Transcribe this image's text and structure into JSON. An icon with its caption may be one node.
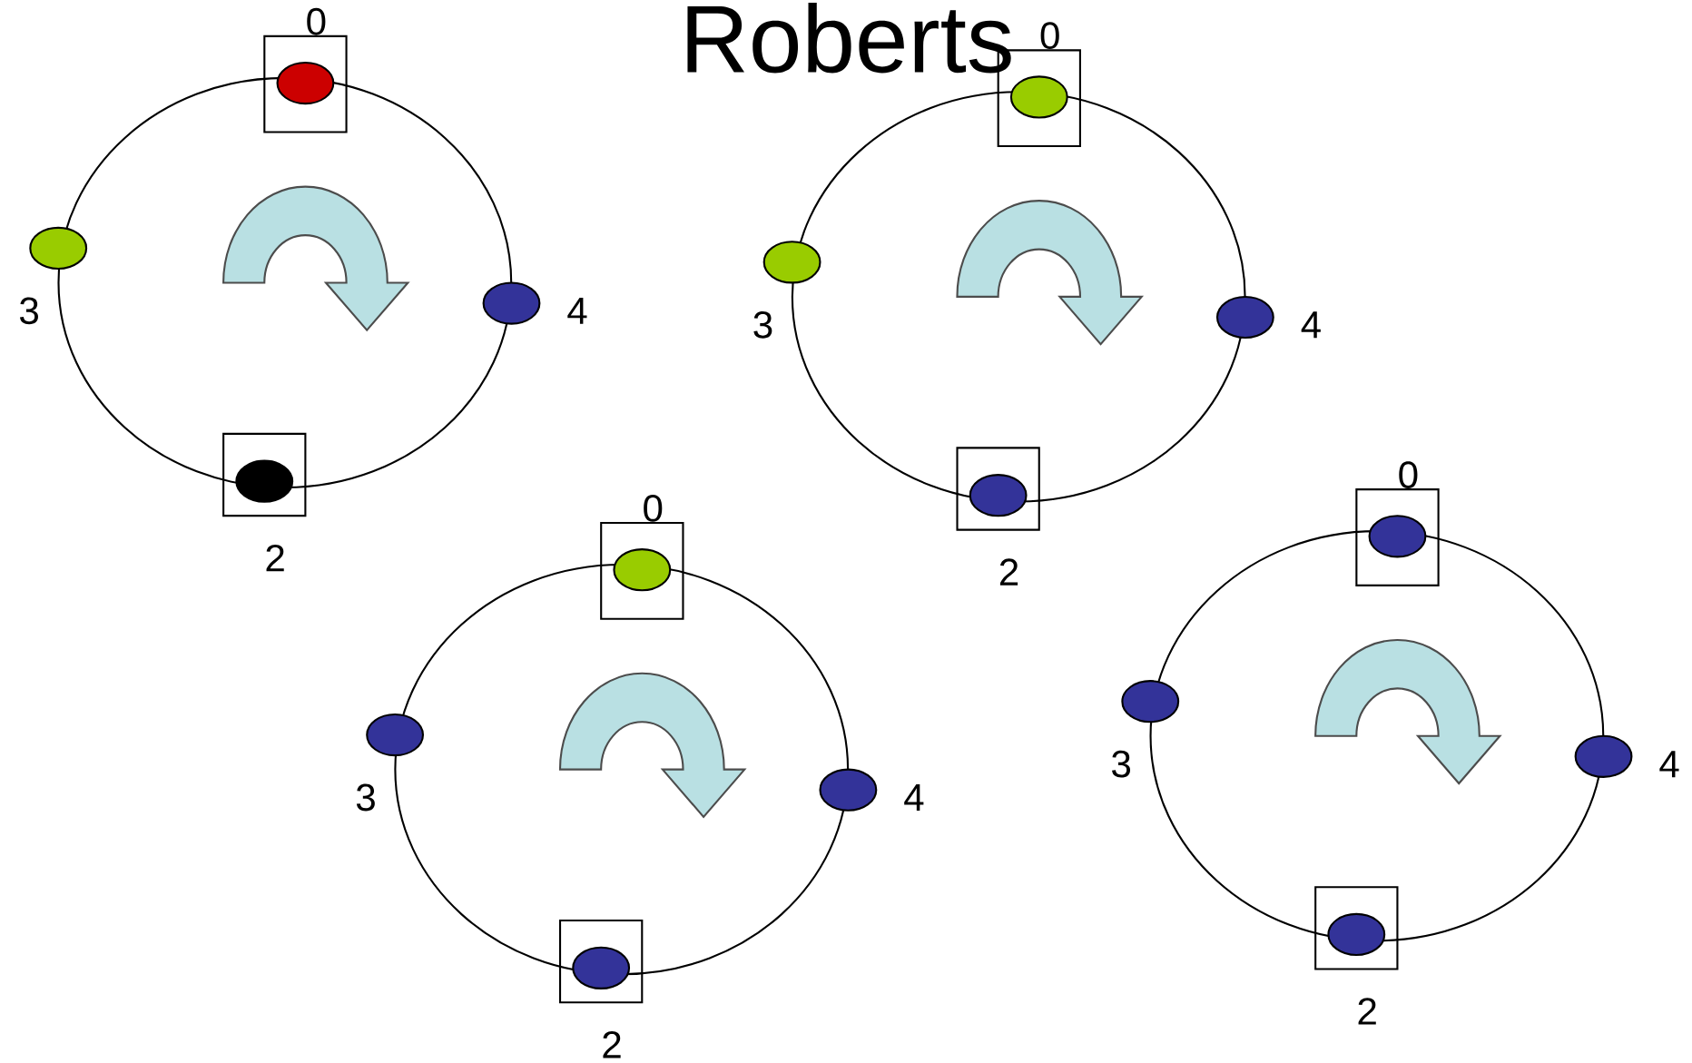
{
  "diagram": {
    "title": "Roberts",
    "nodes": [
      {
        "text": [],
        "shape": "circle"
      },
      {
        "text": [],
        "shape": "box",
        "beside": [
          "0"
        ]
      },
      {
        "text": [],
        "shape": "circle",
        "in": 1
      },
      {
        "text": [],
        "shape": "circle",
        "beside": [
          "3"
        ]
      },
      {
        "text": [],
        "shape": "circle",
        "beside": [
          "4"
        ]
      },
      {
        "text": [],
        "shape": "box",
        "beside": [
          "2"
        ]
      },
      {
        "text": [],
        "shape": "circle",
        "in": 5
      },
      {
        "text": [],
        "shape": "circle"
      },
      {
        "text": [],
        "shape": "box",
        "beside": [
          "0"
        ]
      },
      {
        "text": [],
        "shape": "circle",
        "in": 8
      },
      {
        "text": [],
        "shape": "circle",
        "beside": [
          "3"
        ]
      },
      {
        "text": [],
        "shape": "circle",
        "beside": [
          "4"
        ]
      },
      {
        "text": [],
        "shape": "box",
        "beside": [
          "2"
        ]
      },
      {
        "text": [],
        "shape": "circle",
        "in": 12
      },
      {
        "text": [],
        "shape": "circle"
      },
      {
        "text": [],
        "shape": "box",
        "beside": [
          "0"
        ]
      },
      {
        "text": [],
        "shape": "circle",
        "in": 15
      },
      {
        "text": [],
        "shape": "circle",
        "beside": [
          "3"
        ]
      },
      {
        "text": [],
        "shape": "circle",
        "beside": [
          "4"
        ]
      },
      {
        "text": [],
        "shape": "box",
        "beside": [
          "2"
        ]
      },
      {
        "text": [],
        "shape": "circle",
        "in": 19
      },
      {
        "text": [],
        "shape": "circle"
      },
      {
        "text": [],
        "shape": "box",
        "beside": [
          "0"
        ]
      },
      {
        "text": [],
        "shape": "circle",
        "in": 22
      },
      {
        "text": [],
        "shape": "circle",
        "beside": [
          "3"
        ]
      },
      {
        "text": [],
        "shape": "circle",
        "beside": [
          "4"
        ]
      },
      {
        "text": [],
        "shape": "box",
        "beside": [
          "2"
        ]
      },
      {
        "text": [],
        "shape": "circle",
        "in": 26
      }
    ]
  }
}
